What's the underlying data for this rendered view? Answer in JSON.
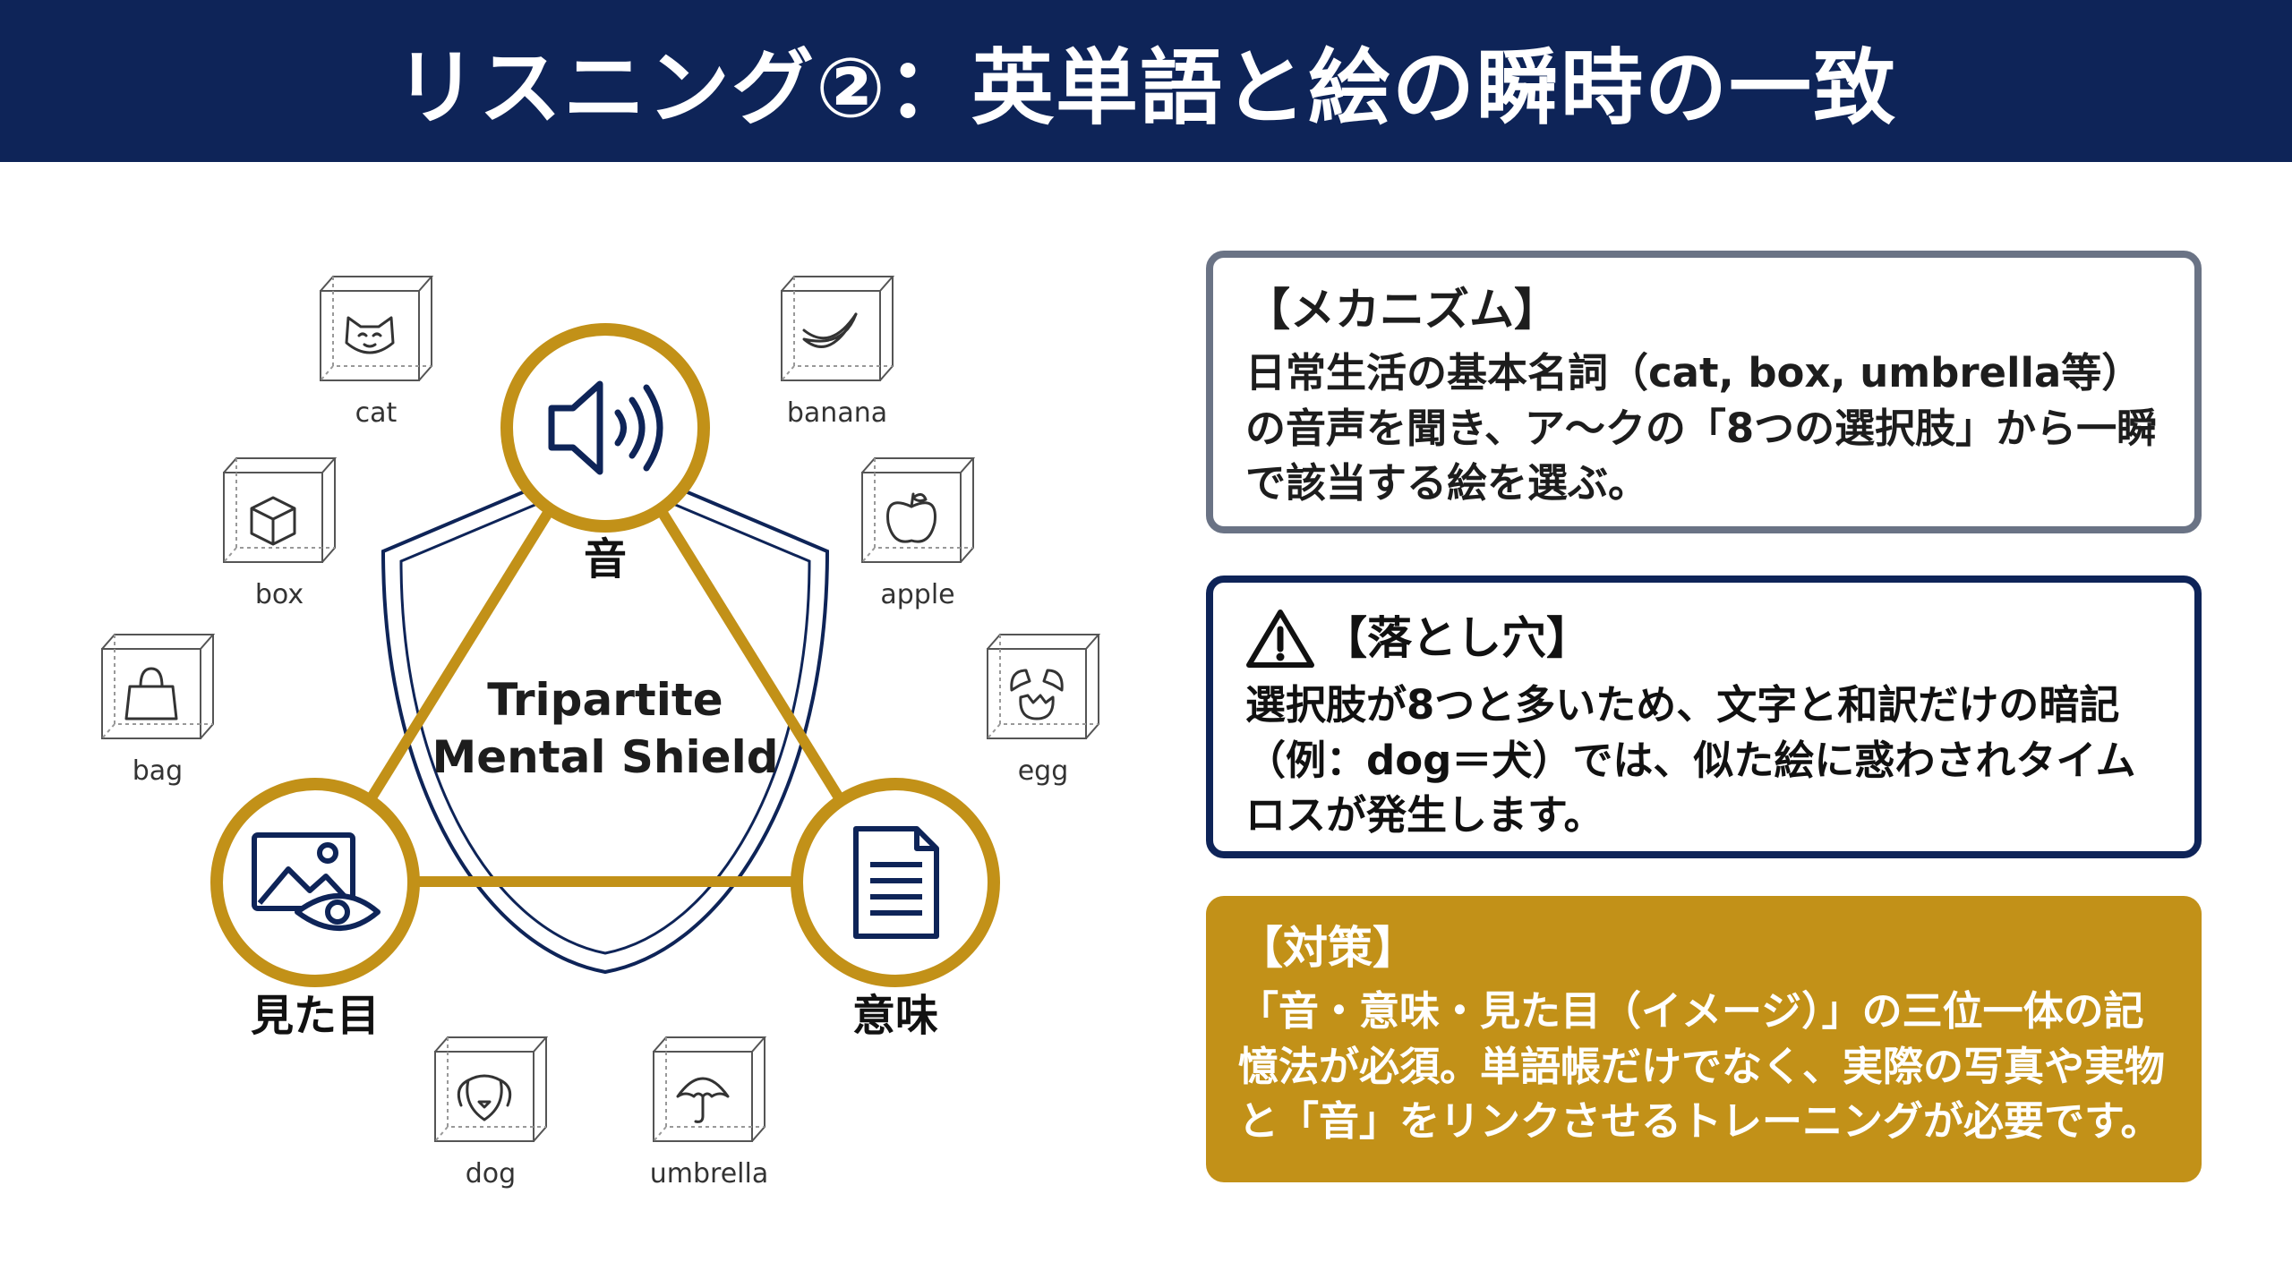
{
  "header": {
    "title": "リスニング②：英単語と絵の瞬時の一致"
  },
  "diagram": {
    "center_line1": "Tripartite",
    "center_line2": "Mental Shield",
    "nodes": {
      "sound": "音",
      "look": "見た目",
      "meaning": "意味"
    },
    "items": [
      "cat",
      "banana",
      "box",
      "apple",
      "bag",
      "egg",
      "dog",
      "umbrella"
    ]
  },
  "colors": {
    "navy": "#0e2458",
    "gold": "#c29118",
    "gray_border": "#6a7385"
  },
  "panels": {
    "mechanism": {
      "title": "【メカニズム】",
      "body": "日常生活の基本名詞（cat, box, umbrella等）の音声を聞き、ア～クの「8つの選択肢」から一瞬で該当する絵を選ぶ。"
    },
    "pitfall": {
      "icon": "warning-icon",
      "title": "【落とし穴】",
      "body": "選択肢が8つと多いため、文字と和訳だけの暗記（例：dog＝犬）では、似た絵に惑わされタイムロスが発生します。"
    },
    "countermeasure": {
      "title": "【対策】",
      "body": "「音・意味・見た目（イメージ）」の三位一体の記憶法が必須。単語帳だけでなく、実際の写真や実物と「音」をリンクさせるトレーニングが必要です。"
    }
  }
}
